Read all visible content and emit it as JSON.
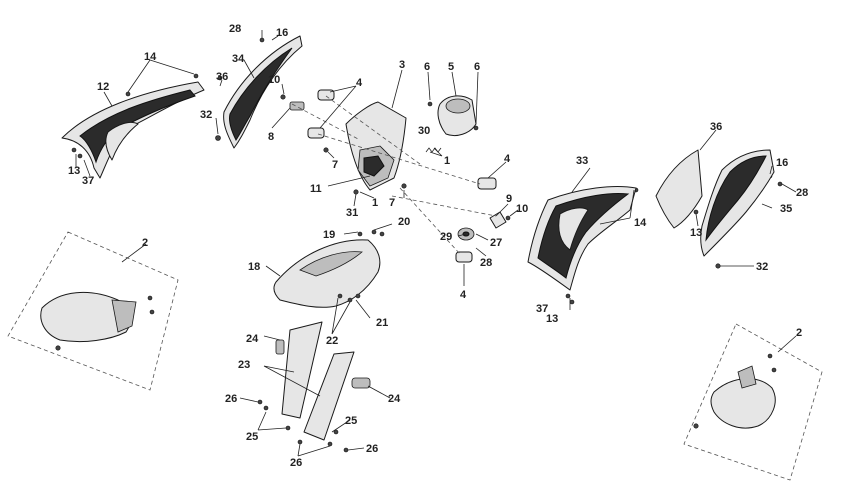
{
  "callouts": [
    {
      "id": "c28a",
      "text": "28"
    },
    {
      "id": "c16a",
      "text": "16"
    },
    {
      "id": "c14a",
      "text": "14"
    },
    {
      "id": "c34",
      "text": "34"
    },
    {
      "id": "c12",
      "text": "12"
    },
    {
      "id": "c36a",
      "text": "36"
    },
    {
      "id": "c32a",
      "text": "32"
    },
    {
      "id": "c13a",
      "text": "13"
    },
    {
      "id": "c37a",
      "text": "37"
    },
    {
      "id": "c10a",
      "text": "10"
    },
    {
      "id": "c8",
      "text": "8"
    },
    {
      "id": "c4a",
      "text": "4"
    },
    {
      "id": "c3",
      "text": "3"
    },
    {
      "id": "c6a",
      "text": "6"
    },
    {
      "id": "c5",
      "text": "5"
    },
    {
      "id": "c6b",
      "text": "6"
    },
    {
      "id": "c30",
      "text": "30"
    },
    {
      "id": "c1a",
      "text": "1"
    },
    {
      "id": "c7a",
      "text": "7"
    },
    {
      "id": "c11",
      "text": "11"
    },
    {
      "id": "c1b",
      "text": "1"
    },
    {
      "id": "c7b",
      "text": "7"
    },
    {
      "id": "c31",
      "text": "31"
    },
    {
      "id": "c4b",
      "text": "4"
    },
    {
      "id": "c9",
      "text": "9"
    },
    {
      "id": "c10b",
      "text": "10"
    },
    {
      "id": "c33",
      "text": "33"
    },
    {
      "id": "c36b",
      "text": "36"
    },
    {
      "id": "c16b",
      "text": "16"
    },
    {
      "id": "c28b",
      "text": "28"
    },
    {
      "id": "c35",
      "text": "35"
    },
    {
      "id": "c14b",
      "text": "14"
    },
    {
      "id": "c13b",
      "text": "13"
    },
    {
      "id": "c32b",
      "text": "32"
    },
    {
      "id": "c19",
      "text": "19"
    },
    {
      "id": "c20",
      "text": "20"
    },
    {
      "id": "c29",
      "text": "29"
    },
    {
      "id": "c27",
      "text": "27"
    },
    {
      "id": "c28c",
      "text": "28"
    },
    {
      "id": "c4c",
      "text": "4"
    },
    {
      "id": "c18",
      "text": "18"
    },
    {
      "id": "c21",
      "text": "21"
    },
    {
      "id": "c22",
      "text": "22"
    },
    {
      "id": "c37b",
      "text": "37"
    },
    {
      "id": "c13c",
      "text": "13"
    },
    {
      "id": "c2a",
      "text": "2"
    },
    {
      "id": "c24a",
      "text": "24"
    },
    {
      "id": "c23",
      "text": "23"
    },
    {
      "id": "c24b",
      "text": "24"
    },
    {
      "id": "c26a",
      "text": "26"
    },
    {
      "id": "c25a",
      "text": "25"
    },
    {
      "id": "c25b",
      "text": "25"
    },
    {
      "id": "c26b",
      "text": "26"
    },
    {
      "id": "c26c",
      "text": "26"
    },
    {
      "id": "c2b",
      "text": "2"
    }
  ]
}
